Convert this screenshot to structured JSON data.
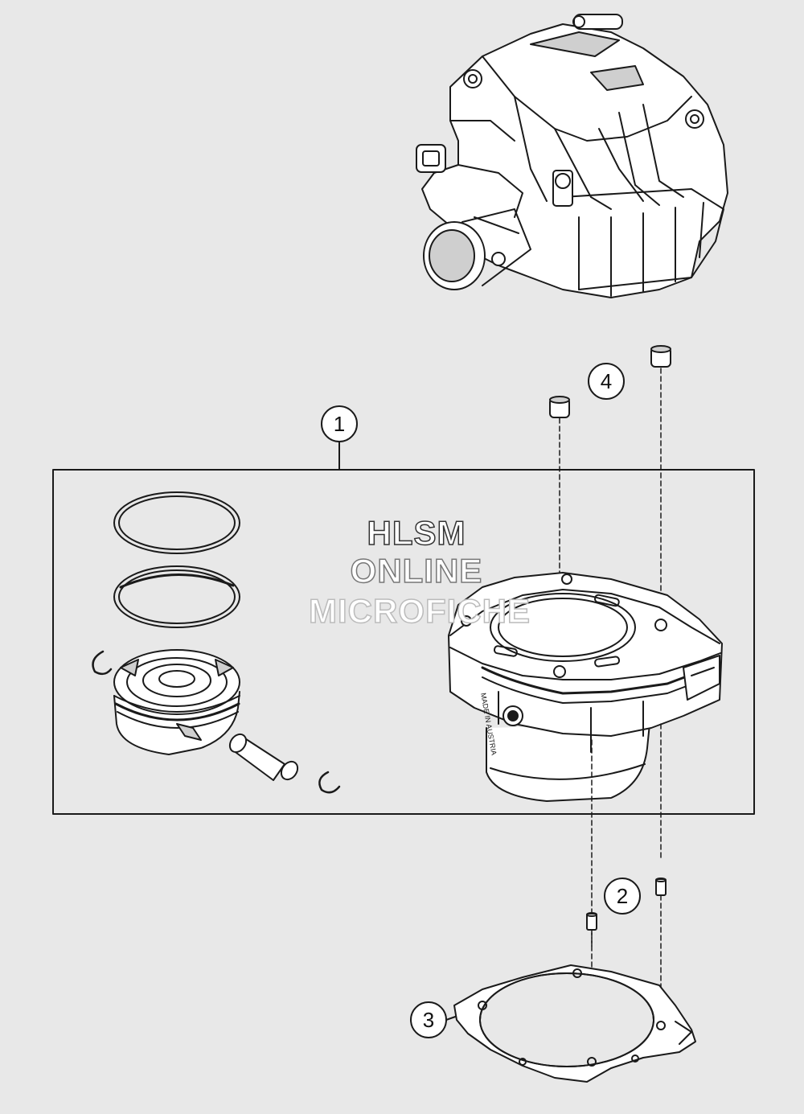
{
  "watermark": {
    "line1": "HLSM",
    "line2": "ONLINE",
    "line3": "MICROFICHE"
  },
  "callouts": [
    {
      "label": "1"
    },
    {
      "label": "2"
    },
    {
      "label": "3"
    },
    {
      "label": "4"
    }
  ],
  "colors": {
    "background": "#e8e8e8",
    "line": "#1a1a1a",
    "part_fill": "#ffffff",
    "shade": "#cfcfcf"
  }
}
